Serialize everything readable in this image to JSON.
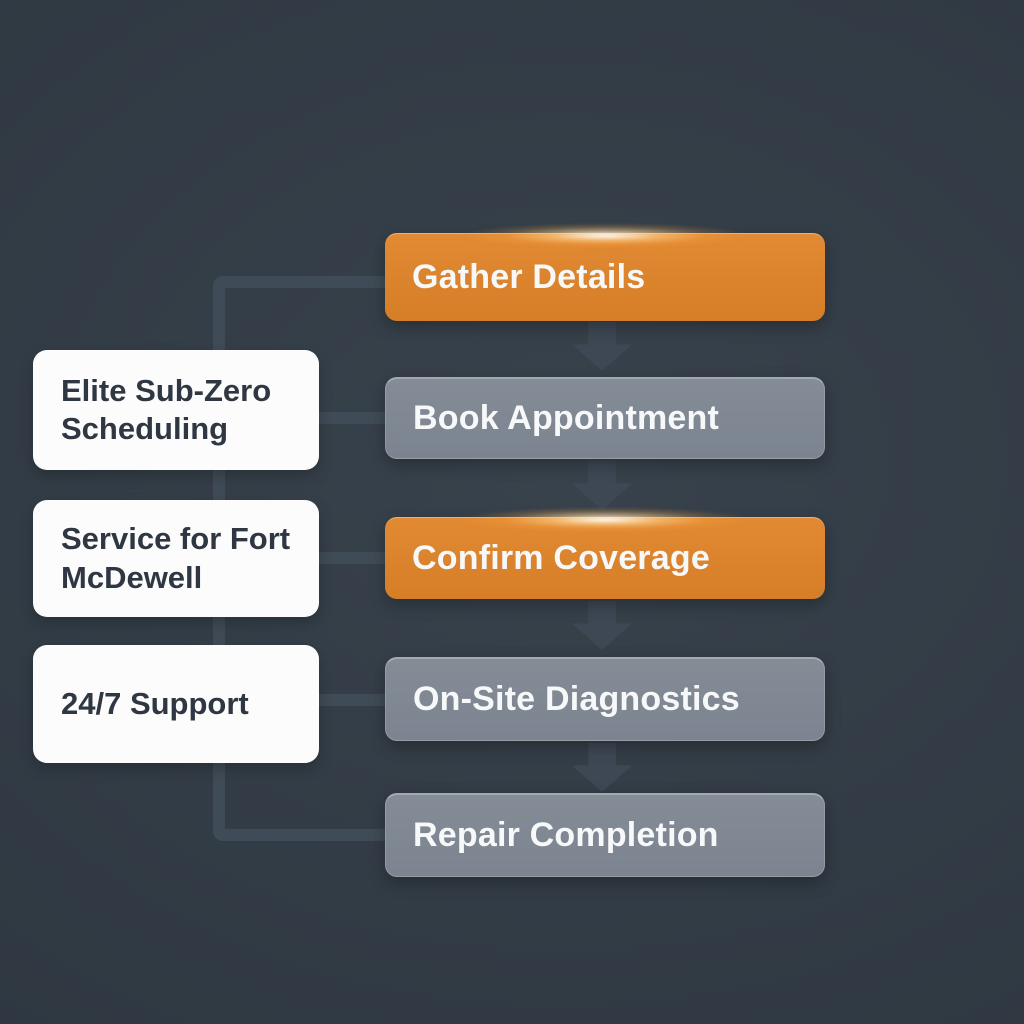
{
  "diagram": {
    "type": "flowchart",
    "flow_steps": [
      {
        "label": "Gather Details",
        "variant": "highlight"
      },
      {
        "label": "Book Appointment",
        "variant": "default"
      },
      {
        "label": "Confirm Coverage",
        "variant": "highlight"
      },
      {
        "label": "On-Site Diagnostics",
        "variant": "default"
      },
      {
        "label": "Repair Completion",
        "variant": "default"
      }
    ],
    "side_labels": [
      {
        "label": "Elite Sub-Zero Scheduling"
      },
      {
        "label": "Service for Fort McDewell"
      },
      {
        "label": "24/7 Support"
      }
    ],
    "connections": [
      "side-column trunk joins Gather Details (top) and Repair Completion (bottom)",
      "Elite Sub-Zero Scheduling connects to Book Appointment",
      "Service for Fort McDewell connects to Confirm Coverage",
      "24/7 Support connects to On-Site Diagnostics"
    ],
    "colors": {
      "background": "#323c46",
      "highlight_box": "#dd8430",
      "default_box": "#7e8791",
      "side_box": "#fcfcfd",
      "connector_line": "#3f4b56",
      "arrow": "#3d4854",
      "flow_text": "#f7f8f9",
      "side_text": "#2e3742"
    }
  }
}
